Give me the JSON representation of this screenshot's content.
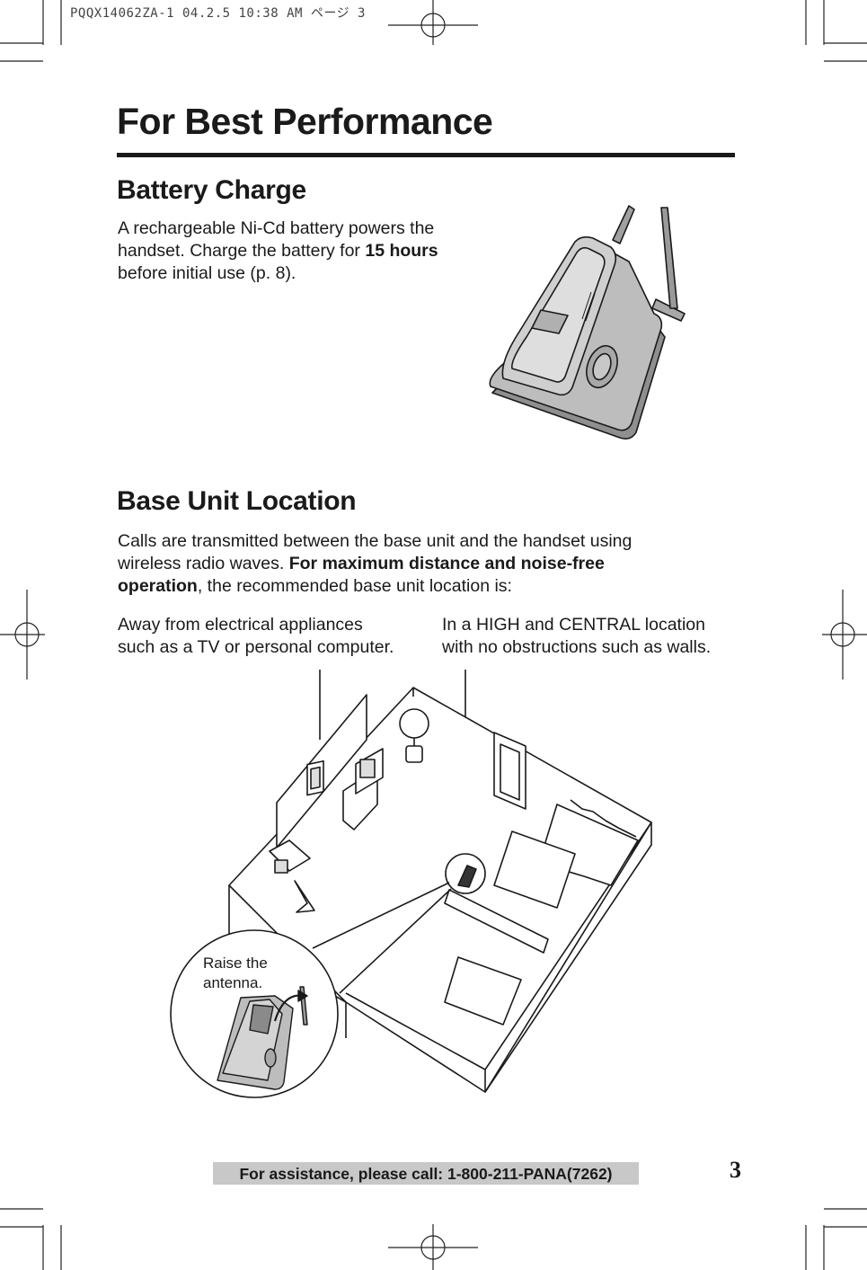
{
  "slug": "PQQX14062ZA-1  04.2.5 10:38 AM  ページ 3",
  "page_title": "For Best Performance",
  "battery": {
    "heading": "Battery Charge",
    "line1": "A rechargeable Ni-Cd battery powers the",
    "line2_pre": "handset. Charge the battery for ",
    "line2_bold": "15 hours",
    "line3": "before initial use (p. 8)."
  },
  "location": {
    "heading": "Base Unit Location",
    "line1": "Calls are transmitted between the base unit and the handset using",
    "line2_pre": "wireless radio waves. ",
    "line2_bold": "For maximum distance and noise-free",
    "line3_bold": "operation",
    "line3_post": ", the recommended base unit location is:",
    "left_line1": "Away from electrical appliances",
    "left_line2": "such as a TV or personal computer.",
    "right_line1": "In a HIGH and CENTRAL location",
    "right_line2": "with no obstructions such as walls."
  },
  "callout": {
    "line1": "Raise the",
    "line2": "antenna."
  },
  "footer": "For assistance, please call: 1-800-211-PANA(7262)",
  "page_number": "3"
}
